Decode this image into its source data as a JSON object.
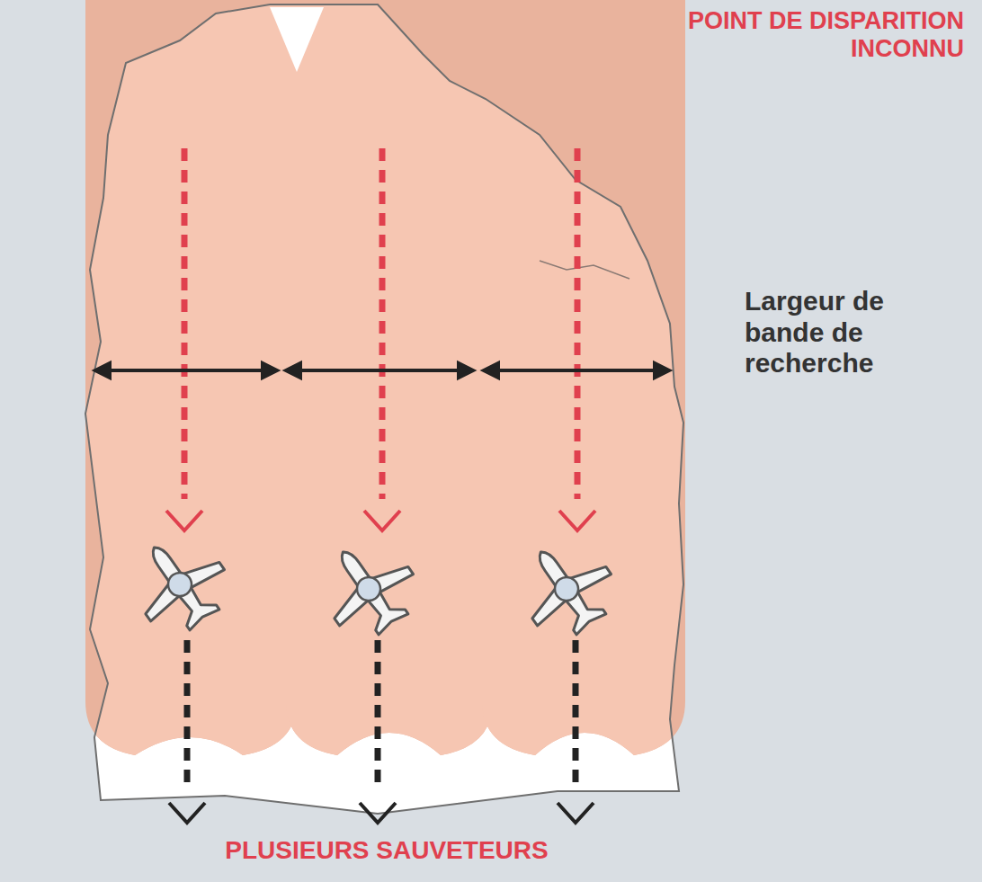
{
  "diagram": {
    "labels": [
      "POINT DE DISPARITION INCONNU",
      "Largeur de bande de recherche",
      "PLUSIEURS SAUVETEURS"
    ]
  }
}
